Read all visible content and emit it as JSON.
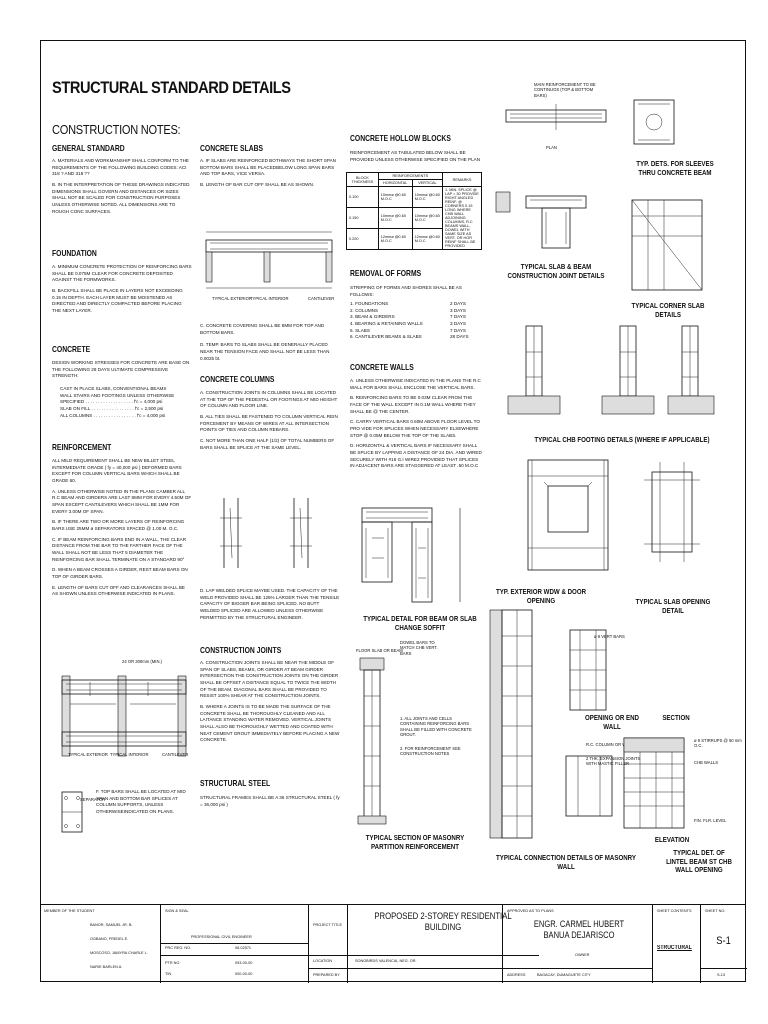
{
  "sheet": {
    "title": "STRUCTURAL STANDARD DETAILS",
    "subtitle": "CONSTRUCTION NOTES:"
  },
  "notes": {
    "general": {
      "heading": "GENERAL STANDARD",
      "a": "A. MATERIALS AND WORKMANSHIP SHALL CONFORM TO THE REQUIREMENTS OF THE FOLLOWING BUILDING CODES: ACI 318 ? AND 318 ??",
      "b": "B. IN THE INTERPRETATION OF THESE DRAWINGS INDICATED DIMENSIONS SHALL GOVERN AND DISTANCES OR SIZES SHALL NOT BE SCALED FOR CONSTRUCTION PURPOSES UNLESS OTHERWISE NOTED. ALL DIMENSIONS ARE TO ROUGH CONC SURFACES."
    },
    "foundation": {
      "heading": "FOUNDATION",
      "a": "A. MINIMUM CONCRETE PROTECTION OF REINFORCING BARS SHALL BE 0.075M CLEAR FOR CONCRETE DEPOSITED AGAINST THE FORMWORKS.",
      "b": "B. BACKFILL SHALL BE PLACE IN LAYERS NOT EXCEEDING 0.15 IN DEPTH. EACH LAYER MUST BE MOISTENED AS DIRECTED AND DIRECTLY COMPACTED BEFORE PLACING THE NEXT LAYER."
    },
    "concrete": {
      "heading": "CONCRETE",
      "text": "DESIGN WORKING STRESSES FOR CONCRETE ARE BASE ON THE FOLLOWING 28 DAYS ULTIMATE COMPRESSIVE STRENGTH:",
      "l1": "CAST IN PLACE SLABS, CONVENTIONAL BEAMS",
      "l2": "WALL STAIRS AND FOOTINGS UNLESS OTHERWISE",
      "l3": "SPECIFIED . . . . . . . . . . . . . . . . . . . f'c = 4,000 psi",
      "l4": "SLAB ON FILL . . . . . . . . . . . . . . . . . f'c = 2,500 psi",
      "l5": "ALL COLUMNS . . . . . . . . . . . . . . . . . f'c = 4,000 psi"
    },
    "reinforcement": {
      "heading": "REINFORCEMENT",
      "text": "ALL MILD REQUIREMENT SHALL BE NEW BILLET STEEL INTERMEDIATE GRADE ( fy = 40,000 psi ) DEFORMED BARS EXCEPT FOR COLUMN VERTICAL BARS WHICH SHALL BE GRADE 60.",
      "a": "A. UNLESS OTHERWISE NOTED IN THE PLANS CAMBER ALL R.C BEAM AND GIRDERS ARE LAST 8MM FOR EVERY 4.50M OF SPAN EXCEPT CANTILEVERS WHICH SHALL BE 1MM FOR EVERY 3.00M OF SPAN.",
      "b": "B. IF THERE ARE TWO OR MORE LAYERS OF REINFORCING BARS USE 25MM ø SEPARATORS SPACED @ 1.00 M. O.C.",
      "c": "C. IF BEAM REINFORCING BARS END IN A WALL, THE CLEAR DISTANCE FROM THE BAR TO THE FARTHER FACE OF THE WALL SHALL NOT BE LESS THAT 5 DIAMETER THE REINFORCING BAR SHALL TERMINATE ON A STANDARD 90°",
      "d": "D. WHEN A BEAM CROSSES A GIRDER, REST BEAM BARS ON TOP OF GIRDER BARS.",
      "e": "E. LENGTH OF BARS CUT OFF AND CLEARANCES SHALL BE AS SHOWN UNLESS OTHERWISE INDICATED IN PLANS.",
      "f": "F. TOP BARS SHALL BE LOCATED AT MID SPAN AND BOTTOM BAR SPLICES AT COLUMN SUPPORTS, UNLESS OTHERWISEINDICATED ON PLANS."
    },
    "slabs": {
      "heading": "CONCRETE SLABS",
      "a": "A. IF SLABS ARE REINFORCED BOTHWAYS THE SHORT SPAN BOTTOM BARS SHALL BE PLACEDBELOW LONG SPAN BARS AND TOP BARS, VICE VERSA.",
      "b": "B. LENGTH OF BAR CUT OFF SHALL BE AS SHOWN.",
      "c": "C. CONCRETE COVERING SHALL BE 8MM FOR TOP AND BOTTOM BARS.",
      "d": "D. TEMP. BARS TO SLABS SHALL BE GENERALLY PLACED NEAR THE TENSION FACE AND SHALL NOT BE LESS THAN 0.0025 bt."
    },
    "columns": {
      "heading": "CONCRETE COLUMNS",
      "a": "A. CONSTRUCTION JOINTS IN COLUMNS SHALL BE LOCATED AT THE TOP OF THE PEDESTAL OR FOOTINGS AT MID HEIGHT OF COLUMN AND FLOOR LINE.",
      "b": "B. ALL TIES SHALL BE FASTENED TO COLUMN VERTICAL REIN FORCEMENT BY MEANS OF WIRES AT ALL INTERSECTION POINTS OF TIES AND COLUMN REBARS.",
      "c": "C. NOT MORE THAN ONE HALF (1/2) OF TOTAL NUMBERS OF BARS SHALL BE SPLICE AT THE SAME LEVEL.",
      "d": "D. LAP WELDED SPLICE MAYBE USED. THE CAPACITY OF THE WELD PROVIDED SHALL BE 125% LARGER THAN THE TENSILE CAPACITY OF BIGGER BAR BEING SPLICED. NO BUTT WELDED SPLICED ARE ALLOWED UNLESS OTHERWISE PERMITTED BY THE STRUCTURAL ENGINEER."
    },
    "joints": {
      "heading": "CONSTRUCTION JOINTS",
      "a": "A. CONSTRUCTION JOINTS SHALL BE NEAR THE MIDDLE OF SPAN OF SLABS, BEAMS, OR GIRDER AT BEAM GIRDER INTERSECTION THE CONSTRUCTION JOINTS ON THE GIRDER SHALL BE OFFSET A DISTANCE EQUAL TO TWICE THE WIDTH OF THE BEAM. DIAGONAL BARS SHALL BE PROVIDED TO RESIST 100% SHEAR AT THE CONSTRUCTION JOINTS.",
      "b": "B. WHERE A JOINTS IS TO BE MADE THE SURFACE OF THE CONCRETE SHALL BE THOROUGHLY CLEANED AND ALL LAITANCE STANDING WATER REMOVED. VERTICAL JOINTS SHALL ALSO BE THOROUGHLY WETTED AND COATED WITH NEAT CEMENT GROUT IMMEDIATELY BEFORE PLACING A NEW CONCRETE."
    },
    "steel": {
      "heading": "STRUCTURAL STEEL",
      "text": "STRUCTURAL FRAMES SHALL BE A 36 STRUCTURAL STEEL ( fy = 36,000 psi )"
    },
    "hollow": {
      "heading": "CONCRETE HOLLOW BLOCKS",
      "text": "REINFORCEMENT AS TABULATED BELOW SHALL BE PROVIDED UNLESS OTHERWISE SPECIFIED ON THE PLAN",
      "th_thick": "BLOCK THICKNESS",
      "th_reinf": "REINFORCEMENTS",
      "th_h": "HORIZONTAL",
      "th_v": "VERTICAL",
      "th_rem": "REMARKS",
      "r1": [
        "0.100",
        "10mmø @0.60 M.O.C",
        "10mmø @0.60 M.O.C"
      ],
      "r2": [
        "0.150",
        "10mmø @0.60 M.O.C",
        "10mmø @0.60 M.O.C"
      ],
      "r3": [
        "0.200",
        "12mmø @0.60 M.O.C",
        "12mmø @0.60 M.O.C"
      ],
      "remarks": "1. MIN. SPLICE @ LAP = 30 PROVIDE RIGHT ANGLED REINF. @ CORNERS 0.15 LONG WHERE CHB WALL ADJOINING COLUMNS, R.C BEAMS WALL, DOWEL WITH SAME SIZE AS VERT. OR HOR REINF SHALL BE PROVIDED"
    },
    "forms": {
      "heading": "REMOVAL OF FORMS",
      "text": "STRIPPING OF FORMS AND SHORES SHALL BE AS FOLLOWS:",
      "items": [
        [
          "1. FOUNDATIONS",
          "2  DAYS"
        ],
        [
          "2. COLUMNS",
          "3  DAYS"
        ],
        [
          "3. BEAM & GIRDERS",
          "7  DAYS"
        ],
        [
          "4. BEARING & RETAINING WALLS",
          "3  DAYS"
        ],
        [
          "5. SLABS",
          "7  DAYS"
        ],
        [
          "6. CANTILEVER BEAMS & SLABS",
          "28  DAYS"
        ]
      ]
    },
    "walls": {
      "heading": "CONCRETE WALLS",
      "a": "A. UNLESS OTHERWISE INDICATED IN THE PLANS THE R.C WALL FOR BARS SHALL ENCLOSE THE VERTICAL BARS.",
      "b": "B. REINFORCING BARS TO BE 0.03M CLEAR FROM THE FACE OF THE WALL EXCEPT IN 0.1M WALL WHERE THEY SHALL BE @ THE CENTER.",
      "c": "C. CARRY VERTICAL BARS 0.50M ABOVE FLOOR LEVEL TO PRO VIDE FOR SPLICES WHEN NECESSARY ELSEWHERE STOP @ 0.05M BELOW THE TOP OF THE SLABS.",
      "d": "D. HORIZONTAL & VERTICAL BARS IF NECESSARY SHALL BE SPLICE BY LAPPING A DISTANCE OF 24 DIA. AND WIRED SECURELY WITH #16 G.I WIRE2 PROVIDED THAT SPLICES IN ADJACENT BARS ARE STAGGERED AT LEAST .50 M.O.C"
    }
  },
  "captions": {
    "slab_beam": "TYPICAL SLAB & BEAM CONSTRUCTION JOINT DETAILS",
    "sleeves": "TYP. DETS. FOR SLEEVES THRU CONCRETE BEAM",
    "corner_slab": "TYPICAL CORNER SLAB DETAILS",
    "chb_footing": "TYPICAL CHB FOOTING DETAILS (WHERE IF APPLICABLE)",
    "exterior_window": "TYP. EXTERIOR WDW & DOOR OPENING",
    "slab_opening": "TYPICAL SLAB OPENING DETAIL",
    "soffit": "TYPICAL DETAIL FOR BEAM OR SLAB CHANGE SOFFIT",
    "masonry_section": "TYPICAL SECTION OF MASONRY PARTITION REINFORCEMENT",
    "masonry_conn": "TYPICAL CONNECTION DETAILS OF MASONRY WALL",
    "opening_end": "OPENING OR END WALL",
    "section": "SECTION",
    "elevation": "ELEVATION",
    "lintel": "TYPICAL DET. OF LINTEL BEAM ST CHB WALL OPENING"
  },
  "labels": {
    "main_reinf": "MAIN REINFORCEMENT TO BE CONTINUOS (TOP & BOTTOM BARS)",
    "plan": "PLAN",
    "typical_exterior": "TYPICAL EXTERIOR",
    "typical_interior": "TYPICAL INTERIOR",
    "cantilever": "CANTILEVER",
    "span_dim": "24 OR 300mm (MIN.)",
    "separator": "SEPARATOR",
    "vert_bars": "ø 9 VERT BARS",
    "rc_column": "R.C. COLUMN OR WALL",
    "expansion": "2 THK. EXPANSION JOINTS WITH MASTIC FILLER",
    "fin_level": "FIN. FLR. LEVEL",
    "stirrups": "ø 9 STIRRUPS @ 50 mm O.C.",
    "chb_walls": "CHB WALLS",
    "floor_slab": "FLOOR SLAB OR BEAM",
    "all_joints": "1. ALL JOINTS AND CELLS CONTAINING REINFORCING BARS SHALL BE FILLED WITH CONCRETE GROUT.",
    "for_reinf": "2. FOR REINFORCEMENT SEE CONSTRUCTION NOTES",
    "dowel": "DOWEL BARS TO MATCH CHB VERT. BARS"
  },
  "title_block": {
    "members_label": "MEMBER OF THE STUDENT",
    "members": [
      "BANOR, SAMUEL JR. B.",
      "OGBANO, FREDEL E.",
      "MOSCOSO, JAMYRA CHARLE L.",
      "NARIE BARLEN A."
    ],
    "sign_label": "SIGN & SEAL",
    "prof_label": "PROFESSIONAL CIVIL ENGINEER",
    "prc_label": "PRC REG. NO.",
    "prc_val": "08-02571",
    "ptr_label": "PTR NO.",
    "ptr_val": "093-00-00",
    "tin_label": "TIN",
    "tin_val": "000-00-00",
    "project_title_label": "PROJECT TITLE",
    "project_title": "PROPOSED 2-STOREY RESIDENTIAL BUILDING",
    "location_label": "LOCATION",
    "location": "SONGBIRDS VALENCIA, NEG. OR.",
    "prepared_label": "PREPARED BY",
    "approved_label": "APPROVED AS TO PLANS",
    "engineer": "ENGR. CARMEL HUBERT BANUA DEJARISCO",
    "owner_label": "OWNER",
    "address_label": "ADDRESS",
    "address": "BAGACAY, DUMAGUETE CITY",
    "sheet_contents_label": "SHEET CONTENTS",
    "sheet_contents": "STRUCTURAL",
    "sheet_no_label": "SHEET NO.",
    "sheet_no": "S-1",
    "sheet_of": "S-13"
  }
}
